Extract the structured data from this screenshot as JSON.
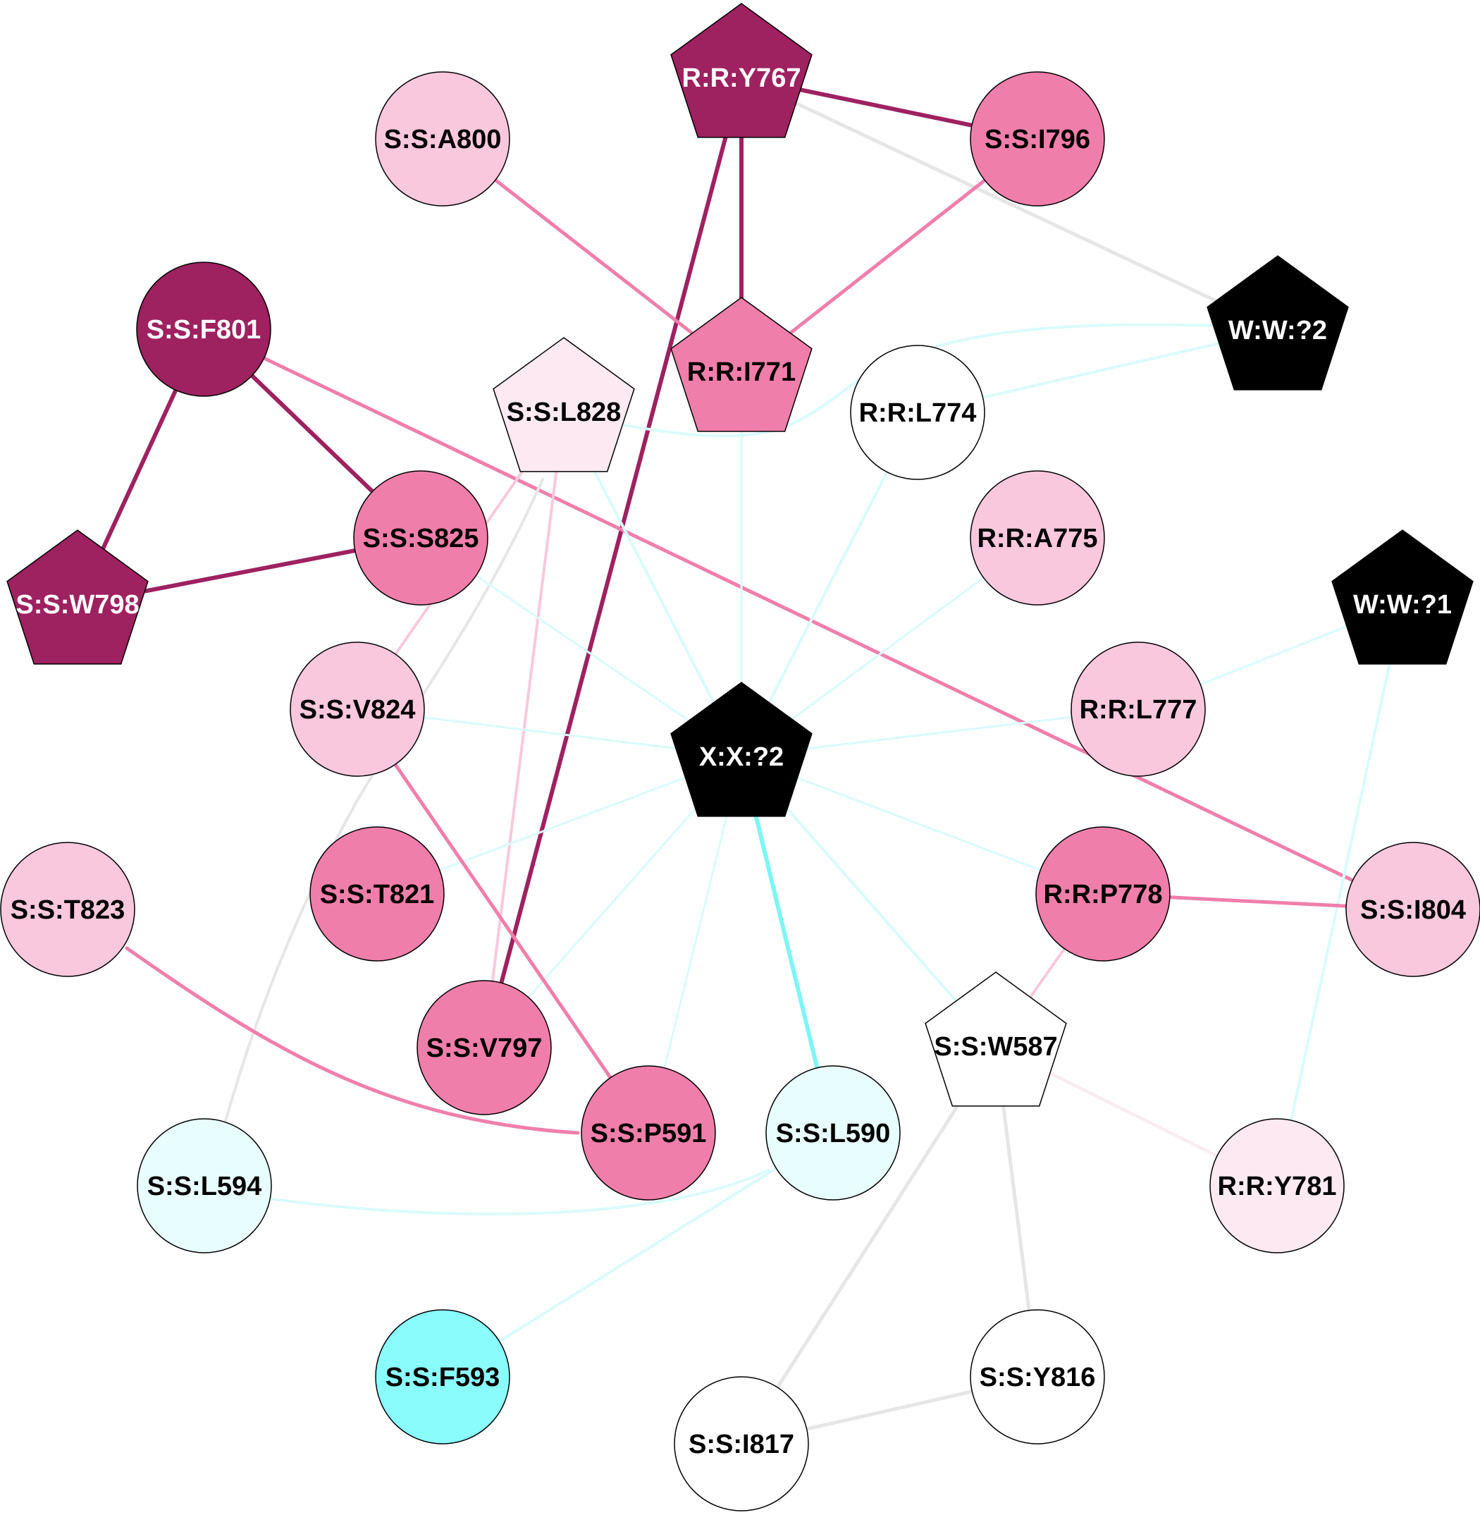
{
  "nodes": [
    {
      "id": "R:R:Y767",
      "label": "R:R:Y767",
      "shape": "pentagon",
      "fill": "#9e2160",
      "text": "#ffffff"
    },
    {
      "id": "S:S:A800",
      "label": "S:S:A800",
      "shape": "circle",
      "fill": "#f9c8dc",
      "text": "#000000"
    },
    {
      "id": "S:S:I796",
      "label": "S:S:I796",
      "shape": "circle",
      "fill": "#f07eab",
      "text": "#000000"
    },
    {
      "id": "W:W:?2",
      "label": "W:W:?2",
      "shape": "pentagon",
      "fill": "#000000",
      "text": "#ffffff"
    },
    {
      "id": "S:S:F801",
      "label": "S:S:F801",
      "shape": "circle",
      "fill": "#9e2160",
      "text": "#ffffff"
    },
    {
      "id": "R:R:I771",
      "label": "R:R:I771",
      "shape": "pentagon",
      "fill": "#f07eab",
      "text": "#000000"
    },
    {
      "id": "S:S:L828",
      "label": "S:S:L828",
      "shape": "pentagon",
      "fill": "#fce9f1",
      "text": "#000000"
    },
    {
      "id": "R:R:L774",
      "label": "R:R:L774",
      "shape": "circle",
      "fill": "#ffffff",
      "text": "#000000"
    },
    {
      "id": "S:S:S825",
      "label": "S:S:S825",
      "shape": "circle",
      "fill": "#f07eab",
      "text": "#000000"
    },
    {
      "id": "R:R:A775",
      "label": "R:R:A775",
      "shape": "circle",
      "fill": "#f9c8dc",
      "text": "#000000"
    },
    {
      "id": "S:S:W798",
      "label": "S:S:W798",
      "shape": "pentagon",
      "fill": "#9e2160",
      "text": "#ffffff"
    },
    {
      "id": "W:W:?1",
      "label": "W:W:?1",
      "shape": "pentagon",
      "fill": "#000000",
      "text": "#ffffff"
    },
    {
      "id": "S:S:V824",
      "label": "S:S:V824",
      "shape": "circle",
      "fill": "#f9c8dc",
      "text": "#000000"
    },
    {
      "id": "X:X:?2",
      "label": "X:X:?2",
      "shape": "pentagon",
      "fill": "#000000",
      "text": "#ffffff"
    },
    {
      "id": "R:R:L777",
      "label": "R:R:L777",
      "shape": "circle",
      "fill": "#f9c8dc",
      "text": "#000000"
    },
    {
      "id": "S:S:T823",
      "label": "S:S:T823",
      "shape": "circle",
      "fill": "#f9c8dc",
      "text": "#000000"
    },
    {
      "id": "S:S:T821",
      "label": "S:S:T821",
      "shape": "circle",
      "fill": "#f07eab",
      "text": "#000000"
    },
    {
      "id": "R:R:P778",
      "label": "R:R:P778",
      "shape": "circle",
      "fill": "#f07eab",
      "text": "#000000"
    },
    {
      "id": "S:S:I804",
      "label": "S:S:I804",
      "shape": "circle",
      "fill": "#f9c8dc",
      "text": "#000000"
    },
    {
      "id": "S:S:V797",
      "label": "S:S:V797",
      "shape": "circle",
      "fill": "#f07eab",
      "text": "#000000"
    },
    {
      "id": "S:S:W587",
      "label": "S:S:W587",
      "shape": "pentagon",
      "fill": "#ffffff",
      "text": "#000000"
    },
    {
      "id": "S:S:P591",
      "label": "S:S:P591",
      "shape": "circle",
      "fill": "#f07eab",
      "text": "#000000"
    },
    {
      "id": "S:S:L590",
      "label": "S:S:L590",
      "shape": "circle",
      "fill": "#e8fdfd",
      "text": "#000000"
    },
    {
      "id": "S:S:L594",
      "label": "S:S:L594",
      "shape": "circle",
      "fill": "#e8fdfd",
      "text": "#000000"
    },
    {
      "id": "R:R:Y781",
      "label": "R:R:Y781",
      "shape": "circle",
      "fill": "#fce9f1",
      "text": "#000000"
    },
    {
      "id": "S:S:F593",
      "label": "S:S:F593",
      "shape": "circle",
      "fill": "#8afcfc",
      "text": "#000000"
    },
    {
      "id": "S:S:Y816",
      "label": "S:S:Y816",
      "shape": "circle",
      "fill": "#ffffff",
      "text": "#000000"
    },
    {
      "id": "S:S:I817",
      "label": "S:S:I817",
      "shape": "circle",
      "fill": "#ffffff",
      "text": "#000000"
    }
  ],
  "edges": [
    {
      "source": "R:R:Y767",
      "target": "S:S:I796",
      "color": "#9e2160",
      "weight": 6
    },
    {
      "source": "R:R:Y767",
      "target": "R:R:I771",
      "color": "#9e2160",
      "weight": 6
    },
    {
      "source": "R:R:Y767",
      "target": "S:S:V797",
      "color": "#9e2160",
      "weight": 6
    },
    {
      "source": "R:R:Y767",
      "target": "W:W:?2",
      "color": "#e6e6e6",
      "weight": 5
    },
    {
      "source": "S:S:A800",
      "target": "R:R:I771",
      "color": "#f07eab",
      "weight": 5
    },
    {
      "source": "S:S:I796",
      "target": "R:R:I771",
      "color": "#f07eab",
      "weight": 5
    },
    {
      "source": "S:S:F801",
      "target": "S:S:S825",
      "color": "#9e2160",
      "weight": 6
    },
    {
      "source": "S:S:F801",
      "target": "S:S:W798",
      "color": "#9e2160",
      "weight": 6
    },
    {
      "source": "S:S:F801",
      "target": "S:S:I804",
      "color": "#f07eab",
      "weight": 5
    },
    {
      "source": "S:S:S825",
      "target": "S:S:W798",
      "color": "#9e2160",
      "weight": 6
    },
    {
      "source": "S:S:L828",
      "target": "W:W:?2",
      "color": "#d9fbfb",
      "weight": 4,
      "curve": "c"
    },
    {
      "source": "R:R:L774",
      "target": "W:W:?2",
      "color": "#d9fbfb",
      "weight": 4
    },
    {
      "source": "S:S:L828",
      "target": "S:S:V824",
      "color": "#f9c8dc",
      "weight": 4
    },
    {
      "source": "S:S:L828",
      "target": "S:S:V797",
      "color": "#f9c8dc",
      "weight": 4
    },
    {
      "source": "S:S:L828",
      "target": "S:S:L594",
      "color": "#e6e6e6",
      "weight": 4,
      "curve": "b"
    },
    {
      "source": "S:S:L828",
      "target": "X:X:?2",
      "color": "#d9fbfb",
      "weight": 4
    },
    {
      "source": "R:R:I771",
      "target": "X:X:?2",
      "color": "#d9fbfb",
      "weight": 3
    },
    {
      "source": "R:R:L774",
      "target": "X:X:?2",
      "color": "#d9fbfb",
      "weight": 4
    },
    {
      "source": "R:R:A775",
      "target": "X:X:?2",
      "color": "#d9fbfb",
      "weight": 3
    },
    {
      "source": "S:S:S825",
      "target": "X:X:?2",
      "color": "#d9fbfb",
      "weight": 3
    },
    {
      "source": "S:S:V824",
      "target": "X:X:?2",
      "color": "#d9fbfb",
      "weight": 3
    },
    {
      "source": "R:R:L777",
      "target": "X:X:?2",
      "color": "#d9fbfb",
      "weight": 3
    },
    {
      "source": "W:W:?1",
      "target": "R:R:L777",
      "color": "#d9fbfb",
      "weight": 3
    },
    {
      "source": "W:W:?1",
      "target": "R:R:Y781",
      "color": "#d9fbfb",
      "weight": 4
    },
    {
      "source": "S:S:T821",
      "target": "X:X:?2",
      "color": "#d9fbfb",
      "weight": 3
    },
    {
      "source": "R:R:P778",
      "target": "X:X:?2",
      "color": "#d9fbfb",
      "weight": 3
    },
    {
      "source": "S:S:P591",
      "target": "X:X:?2",
      "color": "#d9fbfb",
      "weight": 3
    },
    {
      "source": "S:S:V797",
      "target": "X:X:?2",
      "color": "#d9fbfb",
      "weight": 3
    },
    {
      "source": "S:S:W587",
      "target": "X:X:?2",
      "color": "#d9fbfb",
      "weight": 4
    },
    {
      "source": "S:S:L590",
      "target": "X:X:?2",
      "color": "#7ef5f5",
      "weight": 6
    },
    {
      "source": "S:S:V824",
      "target": "S:S:P591",
      "color": "#f07eab",
      "weight": 5
    },
    {
      "source": "S:S:T823",
      "target": "S:S:P591",
      "color": "#f07eab",
      "weight": 5,
      "curve": "a"
    },
    {
      "source": "R:R:P778",
      "target": "S:S:I804",
      "color": "#f07eab",
      "weight": 5
    },
    {
      "source": "R:R:P778",
      "target": "S:S:W587",
      "color": "#f9c8dc",
      "weight": 4
    },
    {
      "source": "S:S:W587",
      "target": "R:R:Y781",
      "color": "#fce9f1",
      "weight": 4
    },
    {
      "source": "S:S:W587",
      "target": "S:S:Y816",
      "color": "#e6e6e6",
      "weight": 5
    },
    {
      "source": "S:S:W587",
      "target": "S:S:I817",
      "color": "#e6e6e6",
      "weight": 5
    },
    {
      "source": "S:S:Y816",
      "target": "S:S:I817",
      "color": "#e6e6e6",
      "weight": 5
    },
    {
      "source": "S:S:L590",
      "target": "S:S:L594",
      "color": "#d9fbfb",
      "weight": 4,
      "curve": "d"
    },
    {
      "source": "S:S:L590",
      "target": "S:S:F593",
      "color": "#d9fbfb",
      "weight": 4
    }
  ]
}
